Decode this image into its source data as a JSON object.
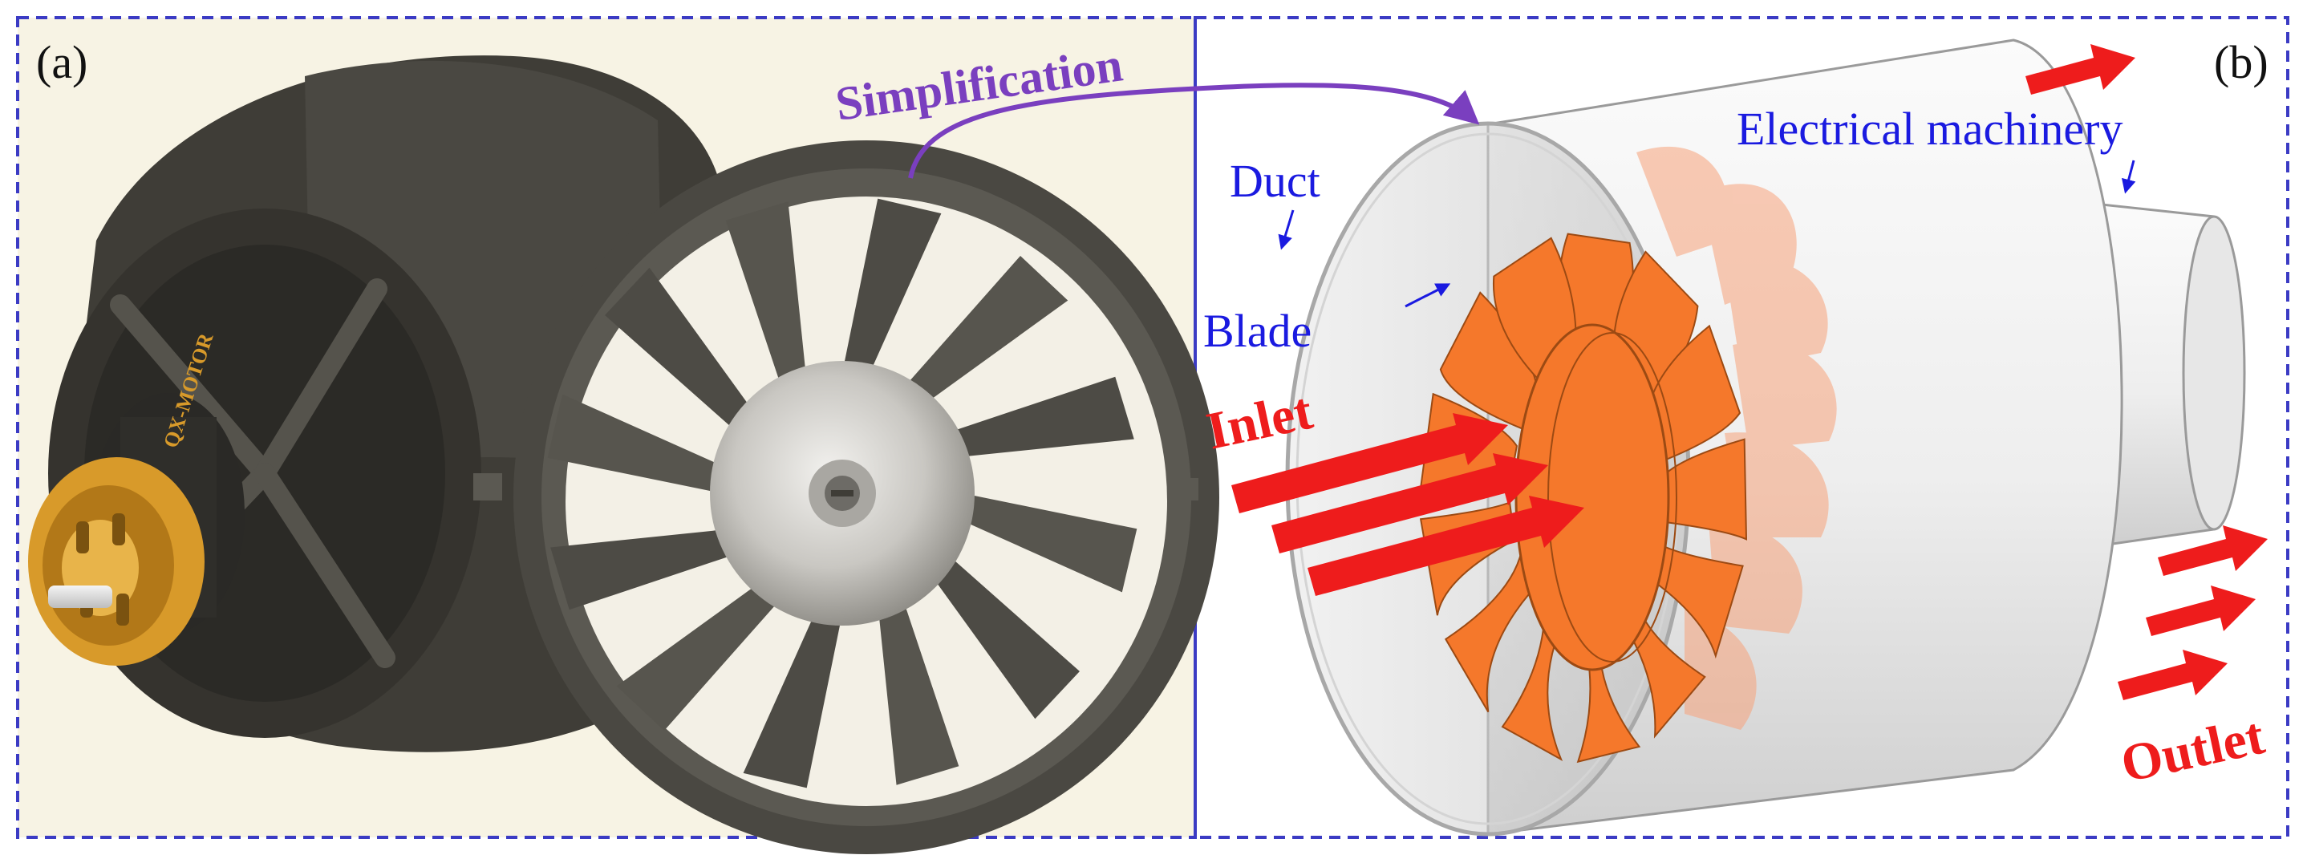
{
  "panels": {
    "left_tag": "(a)",
    "right_tag": "(b)"
  },
  "labels": {
    "simplification": "Simplification",
    "electrical_machinery": "Electrical machinery",
    "duct": "Duct",
    "blade": "Blade",
    "inlet": "Inlet",
    "outlet": "Outlet"
  },
  "logo": {
    "text": "QX-MOTOR"
  },
  "colors": {
    "frame_border": "#3b3bc4",
    "left_background": "#f7f3e4",
    "fan_dark": "#3f3d37",
    "hub_light": "#c9c7c2",
    "motor_gold": "#d89a2a",
    "blade_orange": "#f5782b",
    "flow_arrow_red": "#ee1c1c",
    "label_blue": "#1a1ae0",
    "label_purple": "#7a3fbf"
  }
}
